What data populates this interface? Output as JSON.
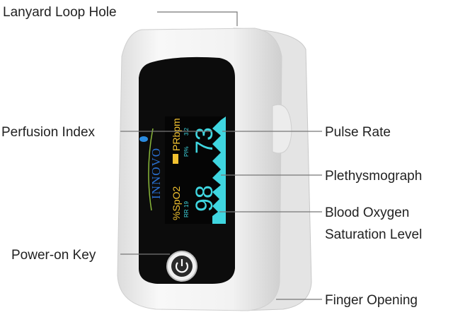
{
  "labels": {
    "lanyard": "Lanyard Loop Hole",
    "perfusion": "Perfusion Index",
    "pulse": "Pulse Rate",
    "pleth": "Plethysmograph",
    "spo2_line1": "Blood Oxygen",
    "spo2_line2": "Saturation Level",
    "power": "Power-on Key",
    "finger": "Finger Opening"
  },
  "screen": {
    "brand": "INNOVO",
    "spo2_label": "%SpO2",
    "pr_label": "PRbpm",
    "pi_label": "PI%",
    "pi_value": "3.2",
    "rr_label": "RR",
    "rr_value": "19",
    "spo2_value": "98",
    "pr_value": "73"
  },
  "colors": {
    "reading": "#3fd6e0",
    "label_yellow": "#f2c230",
    "brand_blue": "#2a6fd0",
    "panel": "#0c0c0c"
  },
  "icons": {
    "battery": "battery-icon",
    "power": "power-icon"
  }
}
